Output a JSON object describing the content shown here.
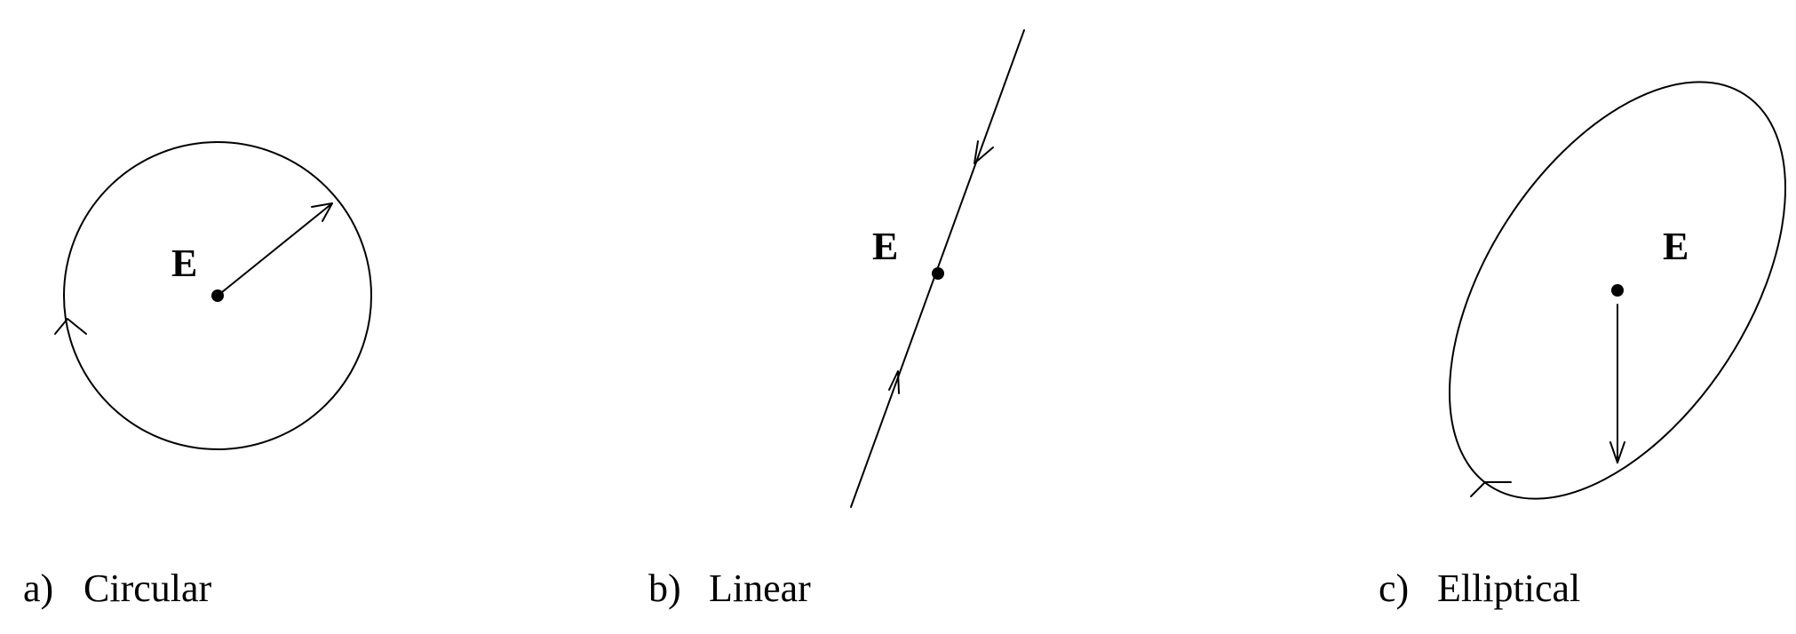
{
  "panels": [
    {
      "letter": "a)",
      "name": "Circular",
      "vector_label": "E"
    },
    {
      "letter": "b)",
      "name": "Linear",
      "vector_label": "E"
    },
    {
      "letter": "c)",
      "name": "Elliptical",
      "vector_label": "E"
    }
  ]
}
